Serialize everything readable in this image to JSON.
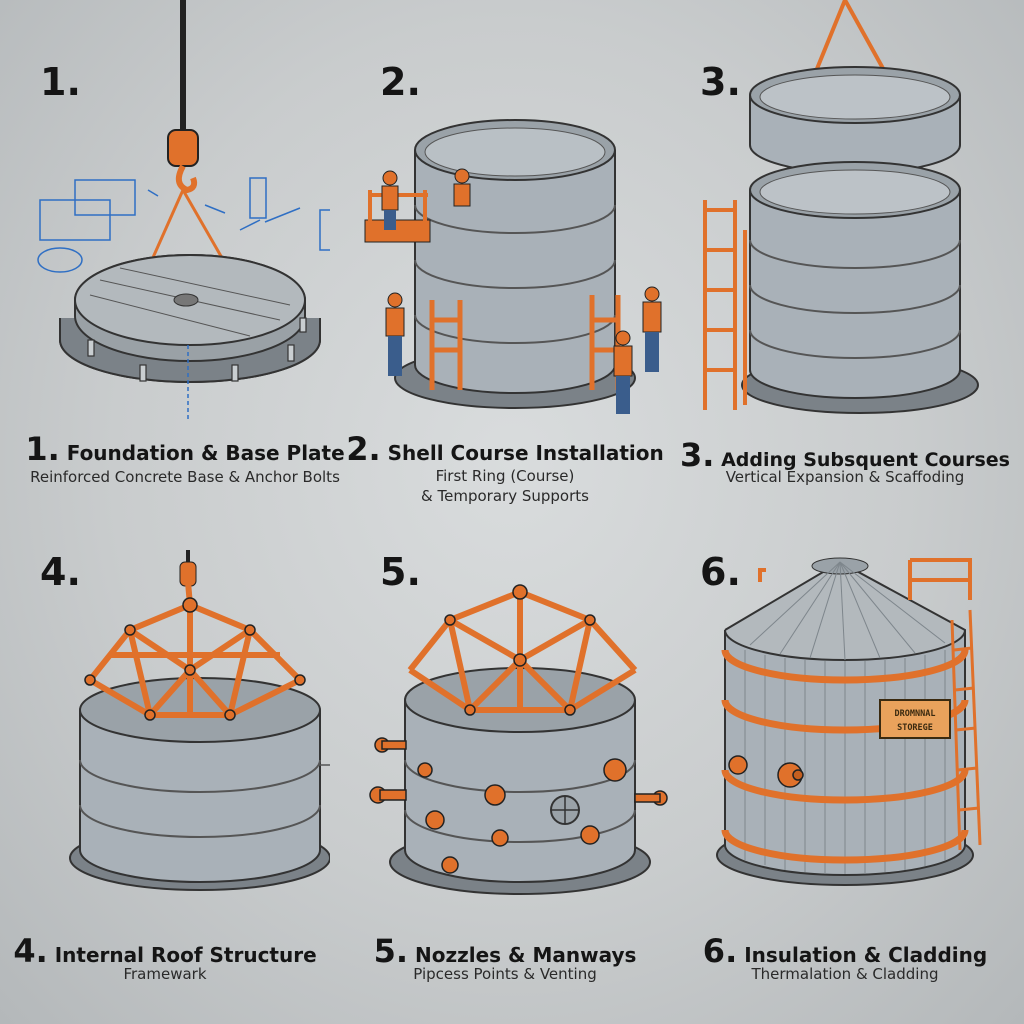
{
  "steps": [
    {
      "number": "1.",
      "caption_number": "1.",
      "title": "Foundation & Base Plate",
      "subtitle_lines": [
        "Reinforced Concrete Base & Anchor Bolts"
      ]
    },
    {
      "number": "2.",
      "caption_number": "2.",
      "title": "Shell Course Installation",
      "subtitle_lines": [
        "First Ring (Course)",
        "& Temporary Supports"
      ]
    },
    {
      "number": "3.",
      "caption_number": "3.",
      "title": "Adding Subsquent Courses",
      "subtitle_lines": [
        "Vertical Expansion & Scaffoding"
      ]
    },
    {
      "number": "4.",
      "caption_number": "4.",
      "title": "Internal Roof Structure",
      "subtitle_lines": [
        "Framewark"
      ]
    },
    {
      "number": "5.",
      "caption_number": "5.",
      "title": "Nozzles & Manways",
      "subtitle_lines": [
        "Pipcess Points & Venting"
      ]
    },
    {
      "number": "6.",
      "caption_number": "6.",
      "title": "Insulation & Cladding",
      "subtitle_lines": [
        "Thermalation & Cladding"
      ]
    }
  ],
  "tank_plate": {
    "line1": "DROMNNAL",
    "line2": "STOREGE"
  },
  "colors": {
    "steel": "#a9b1b8",
    "steel_dark": "#6f7880",
    "orange": "#e0712b",
    "blueprint": "#2f6fc4",
    "ink": "#151515"
  }
}
